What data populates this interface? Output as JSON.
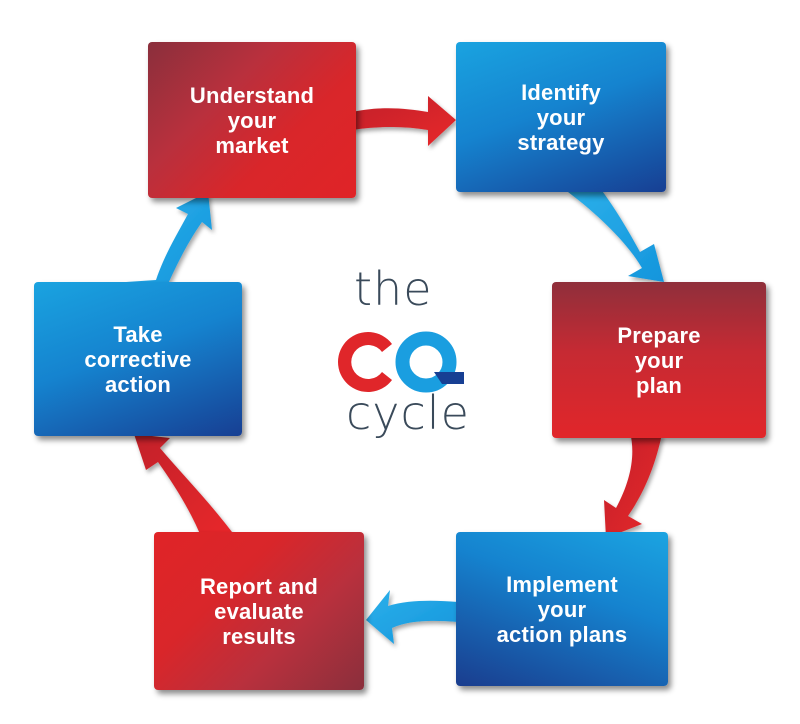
{
  "logo": {
    "top_word": "the",
    "mark_letters": "CQ",
    "bottom_word": "cycle"
  },
  "steps": [
    {
      "id": "understand",
      "label": "Understand\nyour\nmarket",
      "color": "red"
    },
    {
      "id": "identify",
      "label": "Identify\nyour\nstrategy",
      "color": "blue"
    },
    {
      "id": "prepare",
      "label": "Prepare\nyour\nplan",
      "color": "red"
    },
    {
      "id": "implement",
      "label": "Implement\nyour\naction plans",
      "color": "blue"
    },
    {
      "id": "report",
      "label": "Report and\nevaluate\nresults",
      "color": "red"
    },
    {
      "id": "corrective",
      "label": "Take\ncorrective\naction",
      "color": "blue"
    }
  ],
  "colors": {
    "red": "#e0262a",
    "blue": "#1a9ee0",
    "dark_blue": "#173f93",
    "logo_text": "#3a4a5a"
  }
}
